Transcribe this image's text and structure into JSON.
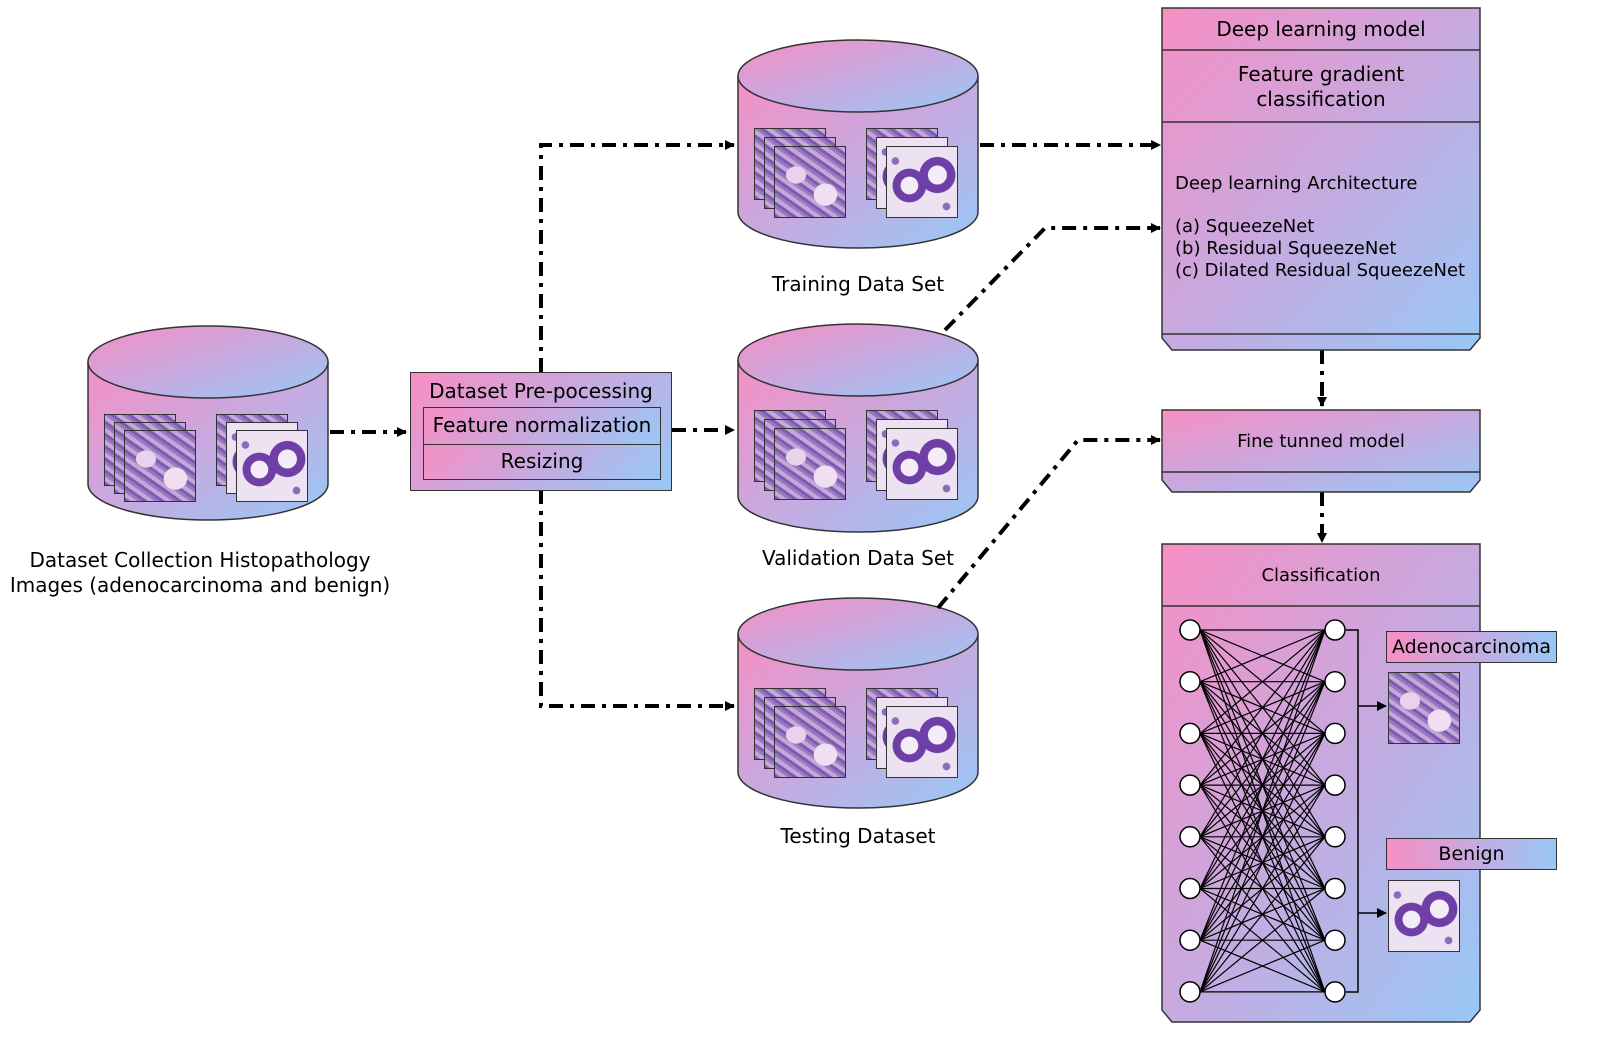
{
  "collection": {
    "label_line1": "Dataset Collection Histopathology",
    "label_line2": "Images (adenocarcinoma and benign)"
  },
  "preprocessing": {
    "title": "Dataset Pre-pocessing",
    "step1": "Feature normalization",
    "step2": "Resizing"
  },
  "datasets": {
    "training": "Training Data Set",
    "validation": "Validation Data Set",
    "testing": "Testing Dataset"
  },
  "model": {
    "title": "Deep learning model",
    "subtitle_line1": "Feature gradient",
    "subtitle_line2": "classification",
    "arch_heading": "Deep learning Architecture",
    "arch_items": [
      "(a) SqueezeNet",
      "(b) Residual SqueezeNet",
      "(c) Dilated Residual  SqueezeNet"
    ]
  },
  "fine_tuned": {
    "title": "Fine tunned model"
  },
  "classification": {
    "title": "Classification",
    "class_a": "Adenocarcinoma",
    "class_b": "Benign"
  },
  "colors": {
    "gradient_pink": "#f78fc4",
    "gradient_blue": "#98c8f6",
    "outline": "#333333"
  }
}
